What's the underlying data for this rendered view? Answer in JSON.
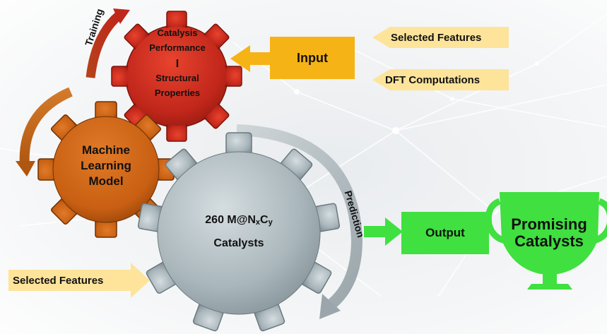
{
  "gears": {
    "red": {
      "line1": "Catalysis",
      "line2": "Performance",
      "separator": "I",
      "line3": "Structural",
      "line4": "Properties"
    },
    "orange": {
      "line1": "Machine",
      "line2": "Learning",
      "line3": "Model"
    },
    "gray": {
      "line1_main": "260 M@N",
      "line1_sub1": "x",
      "line1_mid": "C",
      "line1_sub2": "y",
      "line2": "Catalysts"
    }
  },
  "boxes": {
    "input": "Input",
    "output": "Output"
  },
  "arrows": {
    "selected_features_top": "Selected Features",
    "dft": "DFT Computations",
    "selected_features_bottom": "Selected Features",
    "training": "Training",
    "prediction": "Prediction"
  },
  "trophy": {
    "line1": "Promising",
    "line2": "Catalysts"
  },
  "colors": {
    "red_gear": "#c0261a",
    "orange_gear": "#c85f12",
    "gray_gear": "#a9b6bb",
    "green": "#3fe03f",
    "input_box": "#f5b316",
    "arrow_yellow": "#fde49a"
  }
}
